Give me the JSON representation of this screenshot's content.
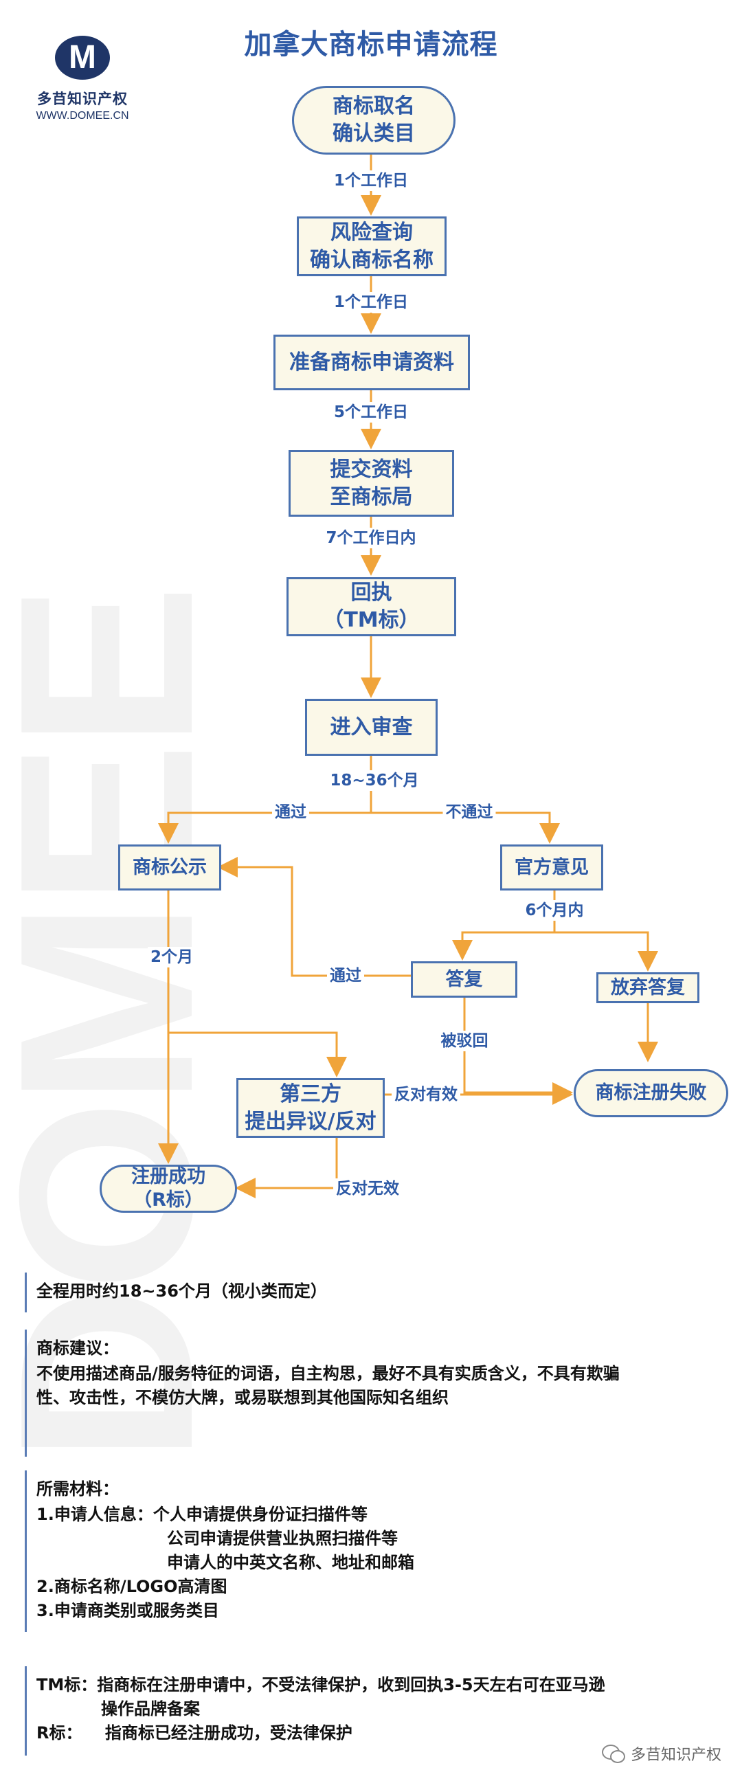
{
  "watermark": "DOMEE",
  "logo": {
    "mark": "M",
    "name": "多䒤知识产权",
    "url": "WWW.DOMEE.CN"
  },
  "title": "加拿大商标申请流程",
  "nodes": {
    "naming": "商标取名\n确认类目",
    "risk": "风险查询\n确认商标名称",
    "prepare": "准备商标申请资料",
    "submit": "提交资料\n至商标局",
    "receipt": "回执\n（TM标）",
    "review": "进入审查",
    "publication": "商标公示",
    "office": "官方意见",
    "reply": "答复",
    "abandon": "放弃答复",
    "third_party": "第三方\n提出异议/反对",
    "failure": "商标注册失败",
    "success": "注册成功\n（R标）"
  },
  "labels": {
    "d1": "1个工作日",
    "d2": "1个工作日",
    "d3": "5个工作日",
    "d4": "7个工作日内",
    "review_time": "18~36个月",
    "pass": "通过",
    "fail": "不通过",
    "reply_time": "6个月内",
    "reply_pass": "通过",
    "two_months": "2个月",
    "rejected": "被驳回",
    "opp_valid": "反对有效",
    "opp_invalid": "反对无效"
  },
  "notes": {
    "total": "全程用时约18~36个月（视小类而定）",
    "advice_title": "商标建议：",
    "advice_line1": "不使用描述商品/服务特征的词语，自主构思，最好不具有实质含义，不具有欺骗",
    "advice_line2": "性、攻击性，不模仿大牌，或易联想到其他国际知名组织",
    "materials_title": "所需材料：",
    "m1": "1.申请人信息：个人申请提供身份证扫描件等",
    "m1b": "公司申请提供营业执照扫描件等",
    "m1c": "申请人的中英文名称、地址和邮箱",
    "m2": "2.商标名称/LOGO高清图",
    "m3": "3.申请商类别或服务类目",
    "tm1": "TM标：指商标在注册申请中，不受法律保护，收到回执3-5天左右可在亚马逊",
    "tm2": "操作品牌备案",
    "r1": "R标：    指商标已经注册成功，受法律保护"
  },
  "footer": "多䒤知识产权",
  "colors": {
    "node_border": "#4a72b0",
    "node_fill": "#fbf8e8",
    "arrow": "#f0a43a",
    "text_blue": "#2e5aa6"
  }
}
